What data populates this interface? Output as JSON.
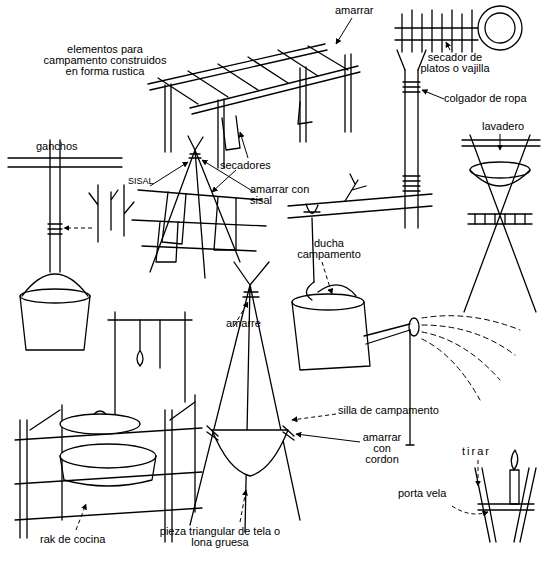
{
  "diagram": {
    "labels": [
      "elementos para campamento construidos en forma rustica",
      "amarrar",
      "secador de platos o vajilla",
      "colgador de ropa",
      "secadores",
      "SISAL",
      "amarrar con sisal",
      "lavadero",
      "ganchos",
      "ducha campamento",
      "amarre",
      "silla de campamento",
      "tirar",
      "amarrar con cordon",
      "porta vela",
      "rak de cocina",
      "pieza triangular de tela o lona gruesa"
    ]
  }
}
